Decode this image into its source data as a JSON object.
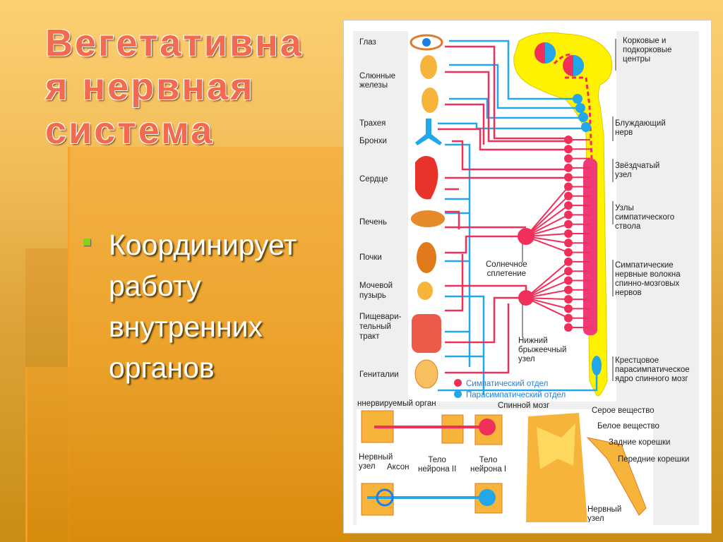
{
  "slide": {
    "title_lines": [
      "Вегетативна",
      "я нервная",
      "система"
    ],
    "bullet_lines": [
      "Координирует",
      "работу",
      "внутренних",
      "органов"
    ]
  },
  "diagram": {
    "organs": [
      "Глаз",
      "Слюнные",
      "железы",
      "Трахея",
      "Бронхи",
      "Сердце",
      "Печень",
      "Почки",
      "Мочевой",
      "пузырь",
      "Пищевари-",
      "тельный",
      "тракт",
      "Гениталии"
    ],
    "right_labels": {
      "cortex": [
        "Корковые и",
        "подкорковые",
        "центры"
      ],
      "vagus": [
        "Блуждающий",
        "нерв"
      ],
      "stellate": [
        "Звёздчатый",
        "узел"
      ],
      "trunk": [
        "Узлы",
        "симпатического",
        "ствола"
      ],
      "fibers": [
        "Симпатические",
        "нервные волокна",
        "спинно-мозговых",
        "нервов"
      ],
      "sacral": [
        "Крестцовое",
        "парасимпатическое",
        "ядро спинного мозг"
      ]
    },
    "solar": [
      "Солнечное",
      "сплетение"
    ],
    "mesenteric": [
      "Нижний",
      "брыжеечный",
      "узел"
    ],
    "legend": {
      "sympathetic": "Симпатический отдел",
      "parasympathetic": "Парасимпатический отдел"
    },
    "bottom": {
      "organ": "ннервируемый орган",
      "spinal_cord": "Спинной мозг",
      "gray": "Серое вещество",
      "white": "Белое вещество",
      "dorsal": "Задние корешки",
      "ventral": "Передние корешки",
      "ganglion": [
        "Нервный",
        "узел"
      ],
      "axon": "Аксон",
      "neuron2": [
        "Тело",
        "нейрона II"
      ],
      "neuron1": [
        "Тело",
        "нейрона I"
      ],
      "ganglion2": [
        "Нервный",
        "узел"
      ]
    },
    "colors": {
      "sympathetic": "#f0305a",
      "parasympathetic": "#22a8e8",
      "cord": "#fff200"
    }
  }
}
